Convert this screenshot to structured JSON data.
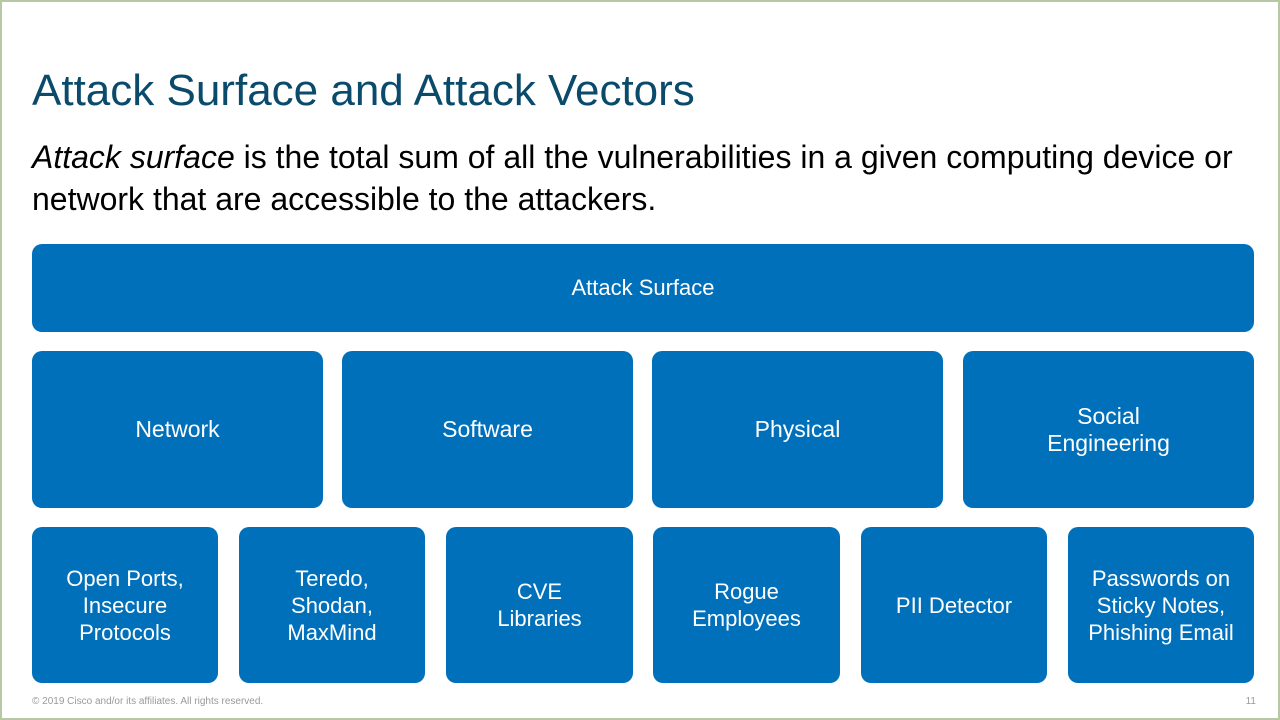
{
  "slide": {
    "title": "Attack Surface and Attack Vectors",
    "definition": {
      "term": "Attack surface",
      "rest": " is the total sum of all the vulnerabilities in a given computing device or network that are accessible to the attackers."
    },
    "diagram": {
      "root": "Attack Surface",
      "categories": [
        {
          "lines": [
            "Network"
          ]
        },
        {
          "lines": [
            "Software"
          ]
        },
        {
          "lines": [
            "Physical"
          ]
        },
        {
          "lines": [
            "Social",
            "Engineering"
          ]
        }
      ],
      "vectors": [
        {
          "lines": [
            "Open Ports,",
            "Insecure",
            "Protocols"
          ]
        },
        {
          "lines": [
            "Teredo,",
            "Shodan,",
            "MaxMind"
          ]
        },
        {
          "lines": [
            "CVE",
            "Libraries"
          ]
        },
        {
          "lines": [
            "Rogue",
            "Employees"
          ]
        },
        {
          "lines": [
            "PII Detector"
          ]
        },
        {
          "lines": [
            "Passwords on",
            "Sticky Notes,",
            "Phishing Email"
          ]
        }
      ]
    },
    "footer": "© 2019  Cisco and/or its affiliates. All rights reserved.",
    "page_number": "11",
    "colors": {
      "box_fill": "#0070bb",
      "title_text": "#0a4a6b",
      "frame_border": "#b7c9a3"
    }
  }
}
